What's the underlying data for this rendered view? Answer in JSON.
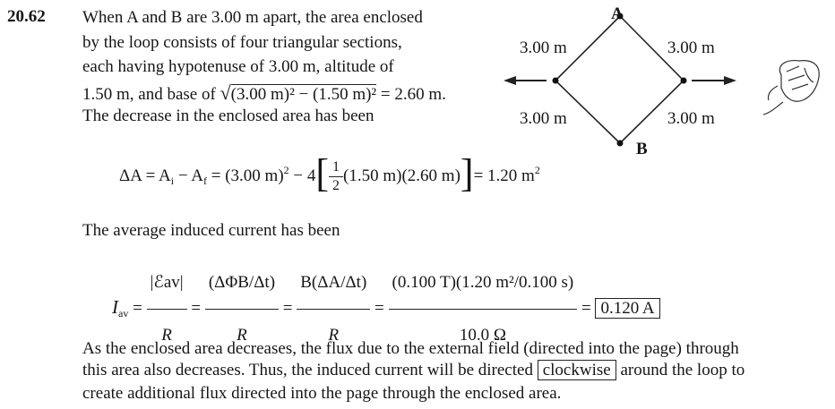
{
  "problem_number": "20.62",
  "intro": {
    "line1": "When A and B are 3.00 m apart, the area enclosed",
    "line2": "by the loop consists of four triangular sections,",
    "line3": "each having hypotenuse of 3.00 m, altitude of",
    "line4_pre": "1.50 m, and base of",
    "line4_sqrt": "(3.00 m)² − (1.50 m)²",
    "line4_post": "= 2.60 m.",
    "line5": "The decrease in the enclosed area has been"
  },
  "diagram": {
    "point_a": "A",
    "point_b": "B",
    "side_upper_left": "3.00 m",
    "side_upper_right": "3.00 m",
    "side_lower_left": "3.00 m",
    "side_lower_right": "3.00 m"
  },
  "area_equation": {
    "lhs": "ΔA = A",
    "i": "i",
    "minus": " − A",
    "f": "f",
    "mid": " = (3.00 m)",
    "sq": "2",
    "minus4": " − 4",
    "frac_num": "1",
    "frac_den": "2",
    "inner": "(1.50 m)(2.60 m)",
    "result": "= 1.20 m",
    "result_sq": "2"
  },
  "current_intro": "The average induced current has been",
  "current_equation": {
    "I": "I",
    "I_sub": "av",
    "eq1": "=",
    "f1_num": "|ℰav|",
    "f1_den": "R",
    "eq2": "=",
    "f2_num": "(ΔΦB/Δt)",
    "f2_den": "R",
    "eq3": "=",
    "f3_num": "B(ΔA/Δt)",
    "f3_den": "R",
    "eq4": "=",
    "f4_num": "(0.100 T)(1.20 m²/0.100 s)",
    "f4_den": "10.0 Ω",
    "eq5": "=",
    "answer": "0.120 A"
  },
  "conclusion": {
    "line1": "As the enclosed area decreases, the flux due to the external field (directed into the page) through",
    "line2_pre": "this area also decreases. Thus, the induced current will be directed",
    "line2_boxed": "clockwise",
    "line2_post": "around the loop to",
    "line3": "create additional flux directed into the page through the enclosed area."
  }
}
